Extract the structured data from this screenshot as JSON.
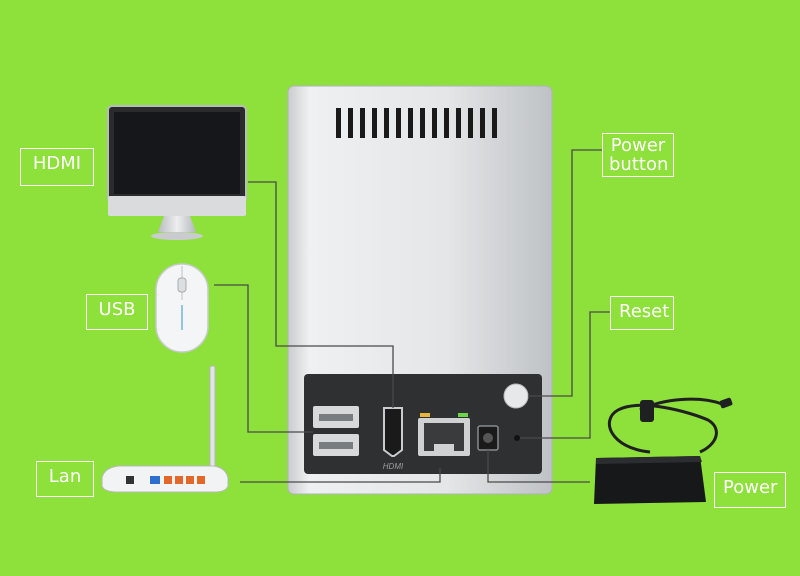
{
  "labels": {
    "hdmi": "HDMI",
    "usb": "USB",
    "lan": "Lan",
    "power_button_line1": "Power",
    "power_button_line2": "button",
    "reset": "Reset",
    "power": "Power"
  },
  "device": {
    "hdmi_port_text": "HDMI"
  },
  "icons": {
    "monitor": "monitor-icon",
    "mouse": "mouse-icon",
    "router": "router-icon",
    "power_adapter": "power-adapter-icon"
  },
  "colors": {
    "background": "#8ee03a",
    "label_border": "#ffffff",
    "connector_line": "#4a4a4a",
    "device_body": "#e6e7ea",
    "port_panel": "#2f3032"
  }
}
